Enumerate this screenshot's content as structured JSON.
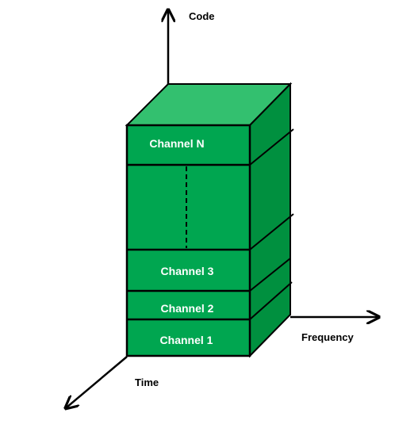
{
  "axes": {
    "code": "Code",
    "frequency": "Frequency",
    "time": "Time"
  },
  "channels": {
    "n": "Channel N",
    "c3": "Channel 3",
    "c2": "Channel 2",
    "c1": "Channel 1"
  },
  "colors": {
    "front": "#00a650",
    "top": "#33c06f",
    "side": "#00903f",
    "stroke": "#000000"
  }
}
